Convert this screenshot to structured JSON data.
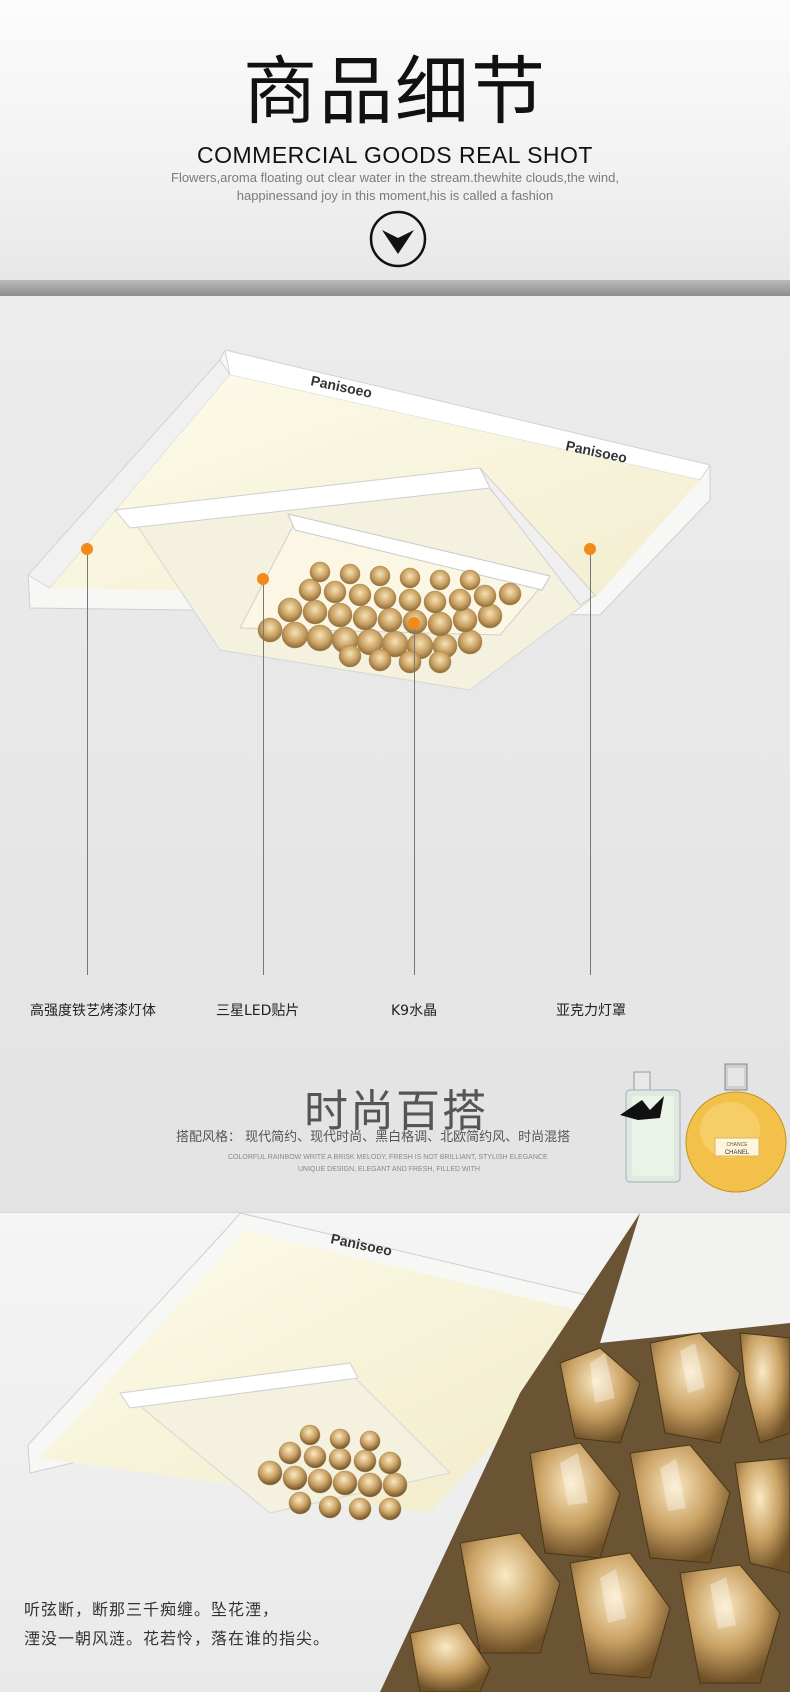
{
  "header": {
    "title": "商品细节",
    "subtitle": "COMMERCIAL GOODS REAL SHOT",
    "tagline_1": "Flowers,aroma floating out clear water in the stream.thewhite clouds,the wind,",
    "tagline_2": "happinessand joy in this moment,his is called a fashion",
    "scroll_icon": "chevron-down-circle-icon"
  },
  "product": {
    "brand_mark": "Panisoeo",
    "accent_color": "#f28a1b",
    "callouts": [
      {
        "label": "高强度铁艺烤漆灯体"
      },
      {
        "label": "三星LED贴片"
      },
      {
        "label": "K9水晶"
      },
      {
        "label": "亚克力灯罩"
      }
    ]
  },
  "style": {
    "title": "时尚百搭",
    "subtitle": "搭配风格：  现代简约、现代时尚、黑白格调、北欧简约风、时尚混搭",
    "small_1": "COLORFUL RAINBOW WRITE A BRISK MELODY, FRESH IS NOT BRILLIANT, STYLISH ELEGANCE",
    "small_2": "UNIQUE DESIGN, ELEGANT AND FRESH, FILLED WITH",
    "perfume_label": "CHANCE",
    "perfume_brand": "CHANEL"
  },
  "banner": {
    "poem_1": "听弦断，断那三千痴缠。坠花湮，",
    "poem_2": "湮没一朝风涟。花若怜，落在谁的指尖。"
  }
}
